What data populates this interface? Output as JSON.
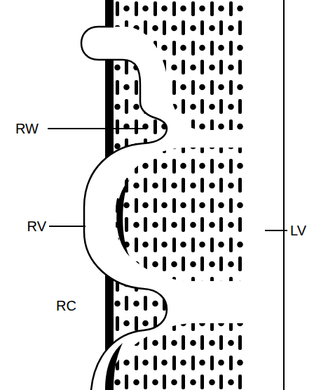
{
  "diagram": {
    "labels": [
      "RW",
      "RV",
      "RC",
      "LV"
    ]
  }
}
